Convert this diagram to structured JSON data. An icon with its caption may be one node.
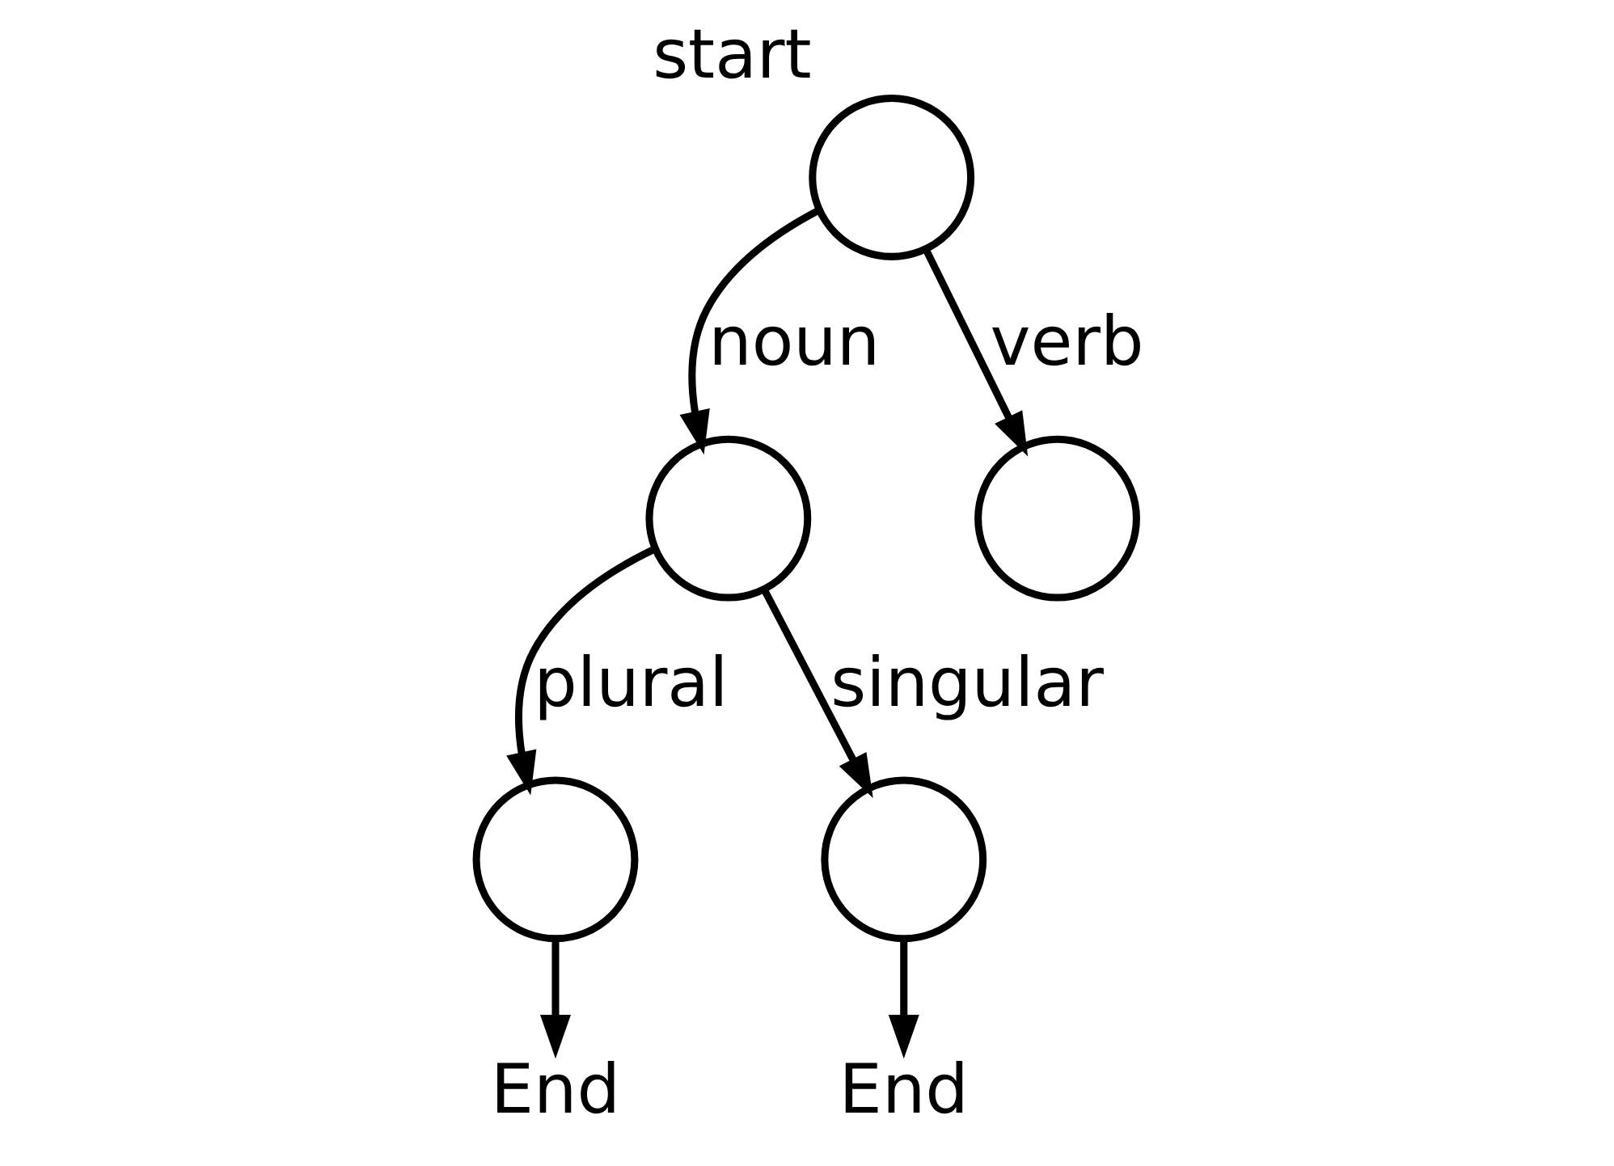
{
  "diagram": {
    "nodes": [
      {
        "text": [],
        "shape": "circle",
        "beside": [
          "start"
        ]
      },
      {
        "text": [],
        "shape": "circle"
      },
      {
        "text": [],
        "shape": "circle"
      },
      {
        "text": [],
        "shape": "circle"
      },
      {
        "text": [],
        "shape": "circle"
      },
      {
        "text": [
          "End"
        ]
      },
      {
        "text": [
          "End"
        ]
      }
    ],
    "edges": [
      {
        "from": 0,
        "to": 1,
        "arrow": "to",
        "label": "noun"
      },
      {
        "from": 0,
        "to": 2,
        "arrow": "to",
        "label": "verb"
      },
      {
        "from": 1,
        "to": 3,
        "arrow": "to",
        "label": "plural"
      },
      {
        "from": 1,
        "to": 4,
        "arrow": "to",
        "label": "singular"
      },
      {
        "from": 3,
        "to": 5,
        "arrow": "to"
      },
      {
        "from": 4,
        "to": 6,
        "arrow": "to"
      }
    ]
  }
}
